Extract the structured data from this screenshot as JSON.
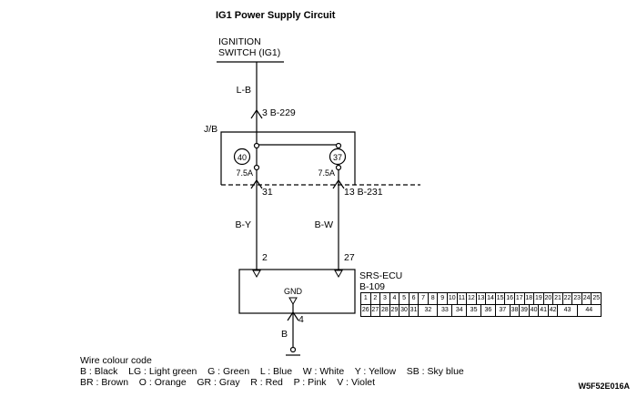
{
  "title": "IG1 Power Supply Circuit",
  "ignition_switch": {
    "line1": "IGNITION",
    "line2": "SWITCH (IG1)"
  },
  "labels": {
    "wire_top": "L-B",
    "conn_top": "3 B-229",
    "junction_block": "J/B",
    "fuse_left_num": "40",
    "fuse_left_rating": "7.5A",
    "fuse_right_num": "37",
    "fuse_right_rating": "7.5A",
    "pin_31": "31",
    "conn_mid": "13 B-231",
    "wire_left": "B-Y",
    "wire_right": "B-W",
    "pin_2": "2",
    "pin_27": "27",
    "ecu_name": "SRS-ECU",
    "ecu_connector": "B-109",
    "gnd": "GND",
    "pin_4": "4",
    "wire_ground": "B"
  },
  "pin_table": {
    "row1": [
      "1",
      "2",
      "3",
      "4",
      "5",
      "6",
      "7",
      "8",
      "9",
      "10",
      "11",
      "12",
      "13",
      "14",
      "15",
      "16",
      "17",
      "18",
      "19",
      "20",
      "21",
      "22",
      "23",
      "24",
      "25"
    ],
    "row2": [
      "26",
      "27",
      "28",
      "29",
      "30",
      "31",
      "32",
      "33",
      "34",
      "35",
      "36",
      "37",
      "38",
      "39",
      "40",
      "41",
      "42",
      "43",
      "44"
    ]
  },
  "legend": {
    "title": "Wire colour code",
    "line1": "B : Black    LG : Light green    G : Green    L : Blue    W : White    Y : Yellow    SB : Sky blue",
    "line2": "BR : Brown    O : Orange    GR : Gray    R : Red    P : Pink    V : Violet"
  },
  "doc_code": "W5F52E016A",
  "colors": {
    "line": "#000000",
    "background": "#ffffff"
  }
}
